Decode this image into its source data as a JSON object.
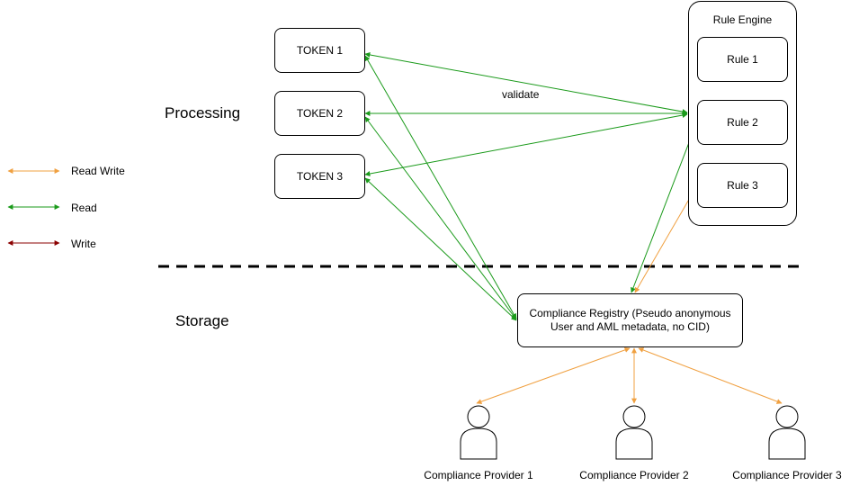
{
  "section_labels": {
    "processing": "Processing",
    "storage": "Storage"
  },
  "legend": [
    {
      "label": "Read Write",
      "color": "#f0a040",
      "kind": "read-write"
    },
    {
      "label": "Read",
      "color": "#1a9a1a",
      "kind": "read"
    },
    {
      "label": "Write",
      "color": "#8b0000",
      "kind": "write"
    }
  ],
  "tokens": [
    {
      "label": "TOKEN 1"
    },
    {
      "label": "TOKEN 2"
    },
    {
      "label": "TOKEN 3"
    }
  ],
  "rule_engine": {
    "title": "Rule Engine",
    "rules": [
      {
        "label": "Rule 1"
      },
      {
        "label": "Rule 2"
      },
      {
        "label": "Rule 3"
      }
    ]
  },
  "registry": {
    "label": "Compliance Registry (Pseudo anonymous User and AML metadata, no CID)"
  },
  "providers": [
    {
      "name": "Compliance Provider 1"
    },
    {
      "name": "Compliance Provider 2"
    },
    {
      "name": "Compliance Provider 3"
    }
  ],
  "edge_labels": {
    "validate": "validate"
  },
  "colors": {
    "read": "#1a9a1a",
    "read_write": "#f0a040",
    "write": "#8b0000",
    "divider": "#000000"
  }
}
